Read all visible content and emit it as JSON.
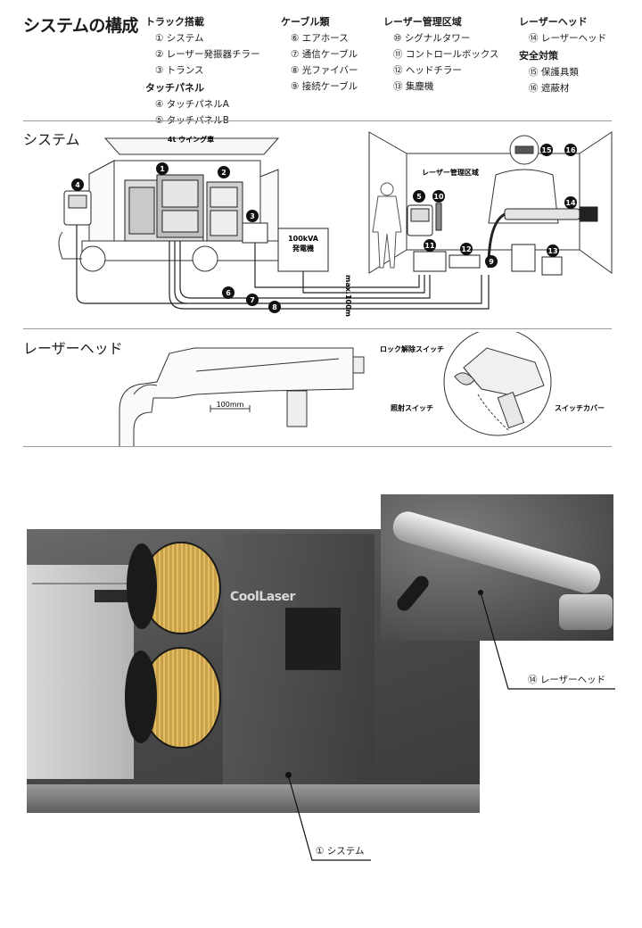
{
  "page_title": "システムの構成",
  "legend": [
    {
      "category": "トラック搭載",
      "items": [
        {
          "no": "①",
          "label": "システム"
        },
        {
          "no": "②",
          "label": "レーザー発振器チラー"
        },
        {
          "no": "③",
          "label": "トランス"
        }
      ]
    },
    {
      "category": "タッチパネル",
      "items": [
        {
          "no": "④",
          "label": "タッチパネルA"
        },
        {
          "no": "⑤",
          "label": "タッチパネルB"
        }
      ]
    },
    {
      "category": "ケーブル類",
      "items": [
        {
          "no": "⑥",
          "label": "エアホース"
        },
        {
          "no": "⑦",
          "label": "通信ケーブル"
        },
        {
          "no": "⑧",
          "label": "光ファイバー"
        },
        {
          "no": "⑨",
          "label": "接続ケーブル"
        }
      ]
    },
    {
      "category": "レーザー管理区域",
      "items": [
        {
          "no": "⑩",
          "label": "シグナルタワー"
        },
        {
          "no": "⑪",
          "label": "コントロールボックス"
        },
        {
          "no": "⑫",
          "label": "ヘッドチラー"
        },
        {
          "no": "⑬",
          "label": "集塵機"
        }
      ]
    },
    {
      "category": "レーザーヘッド",
      "items": [
        {
          "no": "⑭",
          "label": "レーザーヘッド"
        }
      ]
    },
    {
      "category": "安全対策",
      "items": [
        {
          "no": "⑮",
          "label": "保護具類"
        },
        {
          "no": "⑯",
          "label": "遮蔽材"
        }
      ]
    }
  ],
  "system_section": {
    "title": "システム",
    "truck_label": "4t ウイング車",
    "generator_label_1": "100kVA",
    "generator_label_2": "発電機",
    "area_label": "レーザー管理区域",
    "distance_label": "max.100m",
    "markers": [
      "1",
      "2",
      "3",
      "4",
      "5",
      "6",
      "7",
      "8",
      "9",
      "10",
      "11",
      "12",
      "13",
      "14",
      "15",
      "16"
    ]
  },
  "head_section": {
    "title": "レーザーヘッド",
    "scale_label": "100mm",
    "lock_switch": "ロック解除スイッチ",
    "fire_switch": "照射スイッチ",
    "switch_cover": "スイッチカバー"
  },
  "photo_captions": {
    "head": {
      "no": "⑭",
      "label": "レーザーヘッド"
    },
    "system": {
      "no": "①",
      "label": "システム"
    }
  },
  "brand_text": "CoolLaser"
}
